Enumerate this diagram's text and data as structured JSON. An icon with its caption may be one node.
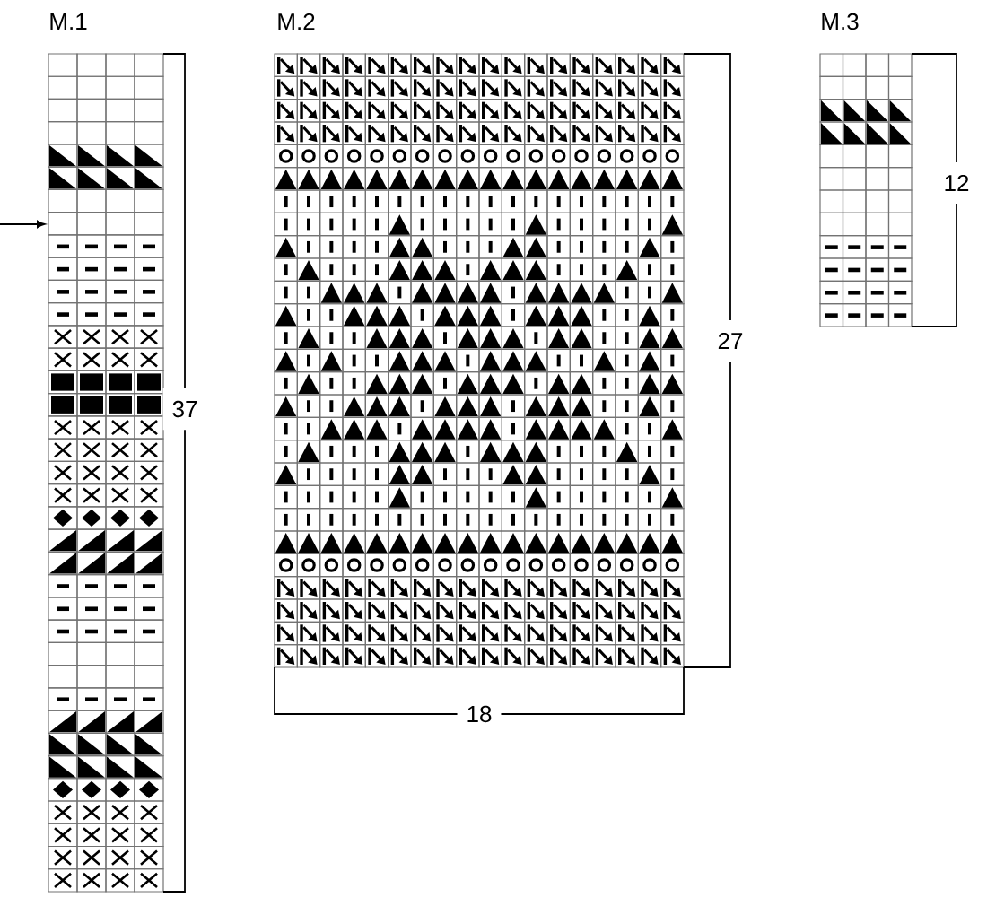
{
  "diagram": {
    "labels": [
      "M.1",
      "M.2",
      "M.3",
      "37",
      "27",
      "18",
      "12"
    ]
  }
}
